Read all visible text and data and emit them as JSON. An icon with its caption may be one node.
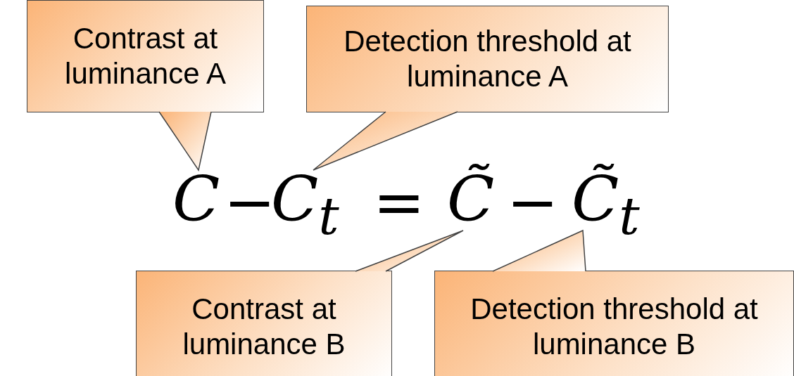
{
  "diagram": {
    "nodes": [
      {
        "text": [
          "Contrast at luminance A"
        ]
      },
      {
        "text": [
          "Detection threshold at luminance A"
        ]
      },
      {
        "text": [
          "C"
        ]
      },
      {
        "text": [
          "C$_{t}$"
        ]
      },
      {
        "text": [
          "C̃"
        ]
      },
      {
        "text": [
          "C̃$_{t}$"
        ]
      },
      {
        "text": [
          "Contrast at luminance B"
        ]
      },
      {
        "text": [
          "Detection threshold at luminance B"
        ]
      }
    ],
    "edges": [
      {
        "from": 0,
        "to": 2,
        "arrow": "none"
      },
      {
        "from": 1,
        "to": 3,
        "arrow": "none"
      },
      {
        "from": 6,
        "to": 4,
        "arrow": "none"
      },
      {
        "from": 7,
        "to": 5,
        "arrow": "none"
      }
    ],
    "labels": [
      "−",
      "=",
      "−"
    ]
  }
}
